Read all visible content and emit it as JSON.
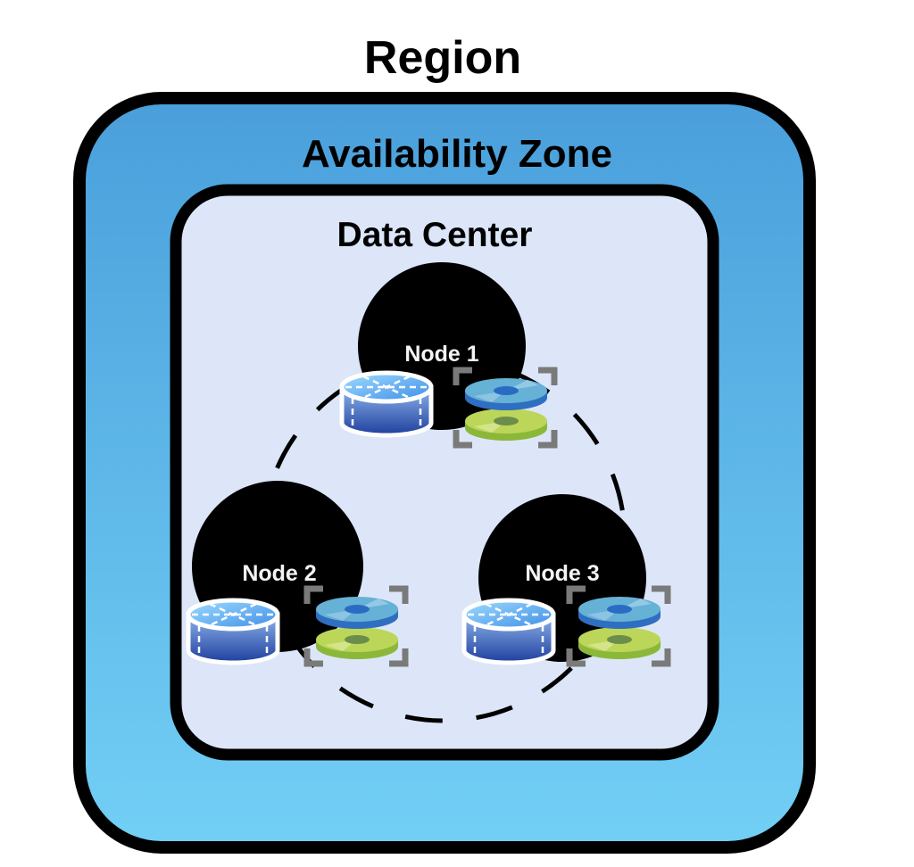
{
  "titles": {
    "region": "Region",
    "availability_zone": "Availability Zone",
    "data_center": "Data Center"
  },
  "colors": {
    "region_fill_top": "#4a9fdb",
    "region_fill_bottom": "#72cff5",
    "data_center_fill": "#dce6f8",
    "node_fill": "#000000",
    "border": "#000000"
  },
  "nodes": [
    {
      "label": "Node 1",
      "icons": [
        "database-icon",
        "storage-disks-icon"
      ]
    },
    {
      "label": "Node 2",
      "icons": [
        "database-icon",
        "storage-disks-icon"
      ]
    },
    {
      "label": "Node 3",
      "icons": [
        "database-icon",
        "storage-disks-icon"
      ]
    }
  ],
  "connection": {
    "style": "dashed-ring",
    "description": "Nodes connected in a ring"
  }
}
